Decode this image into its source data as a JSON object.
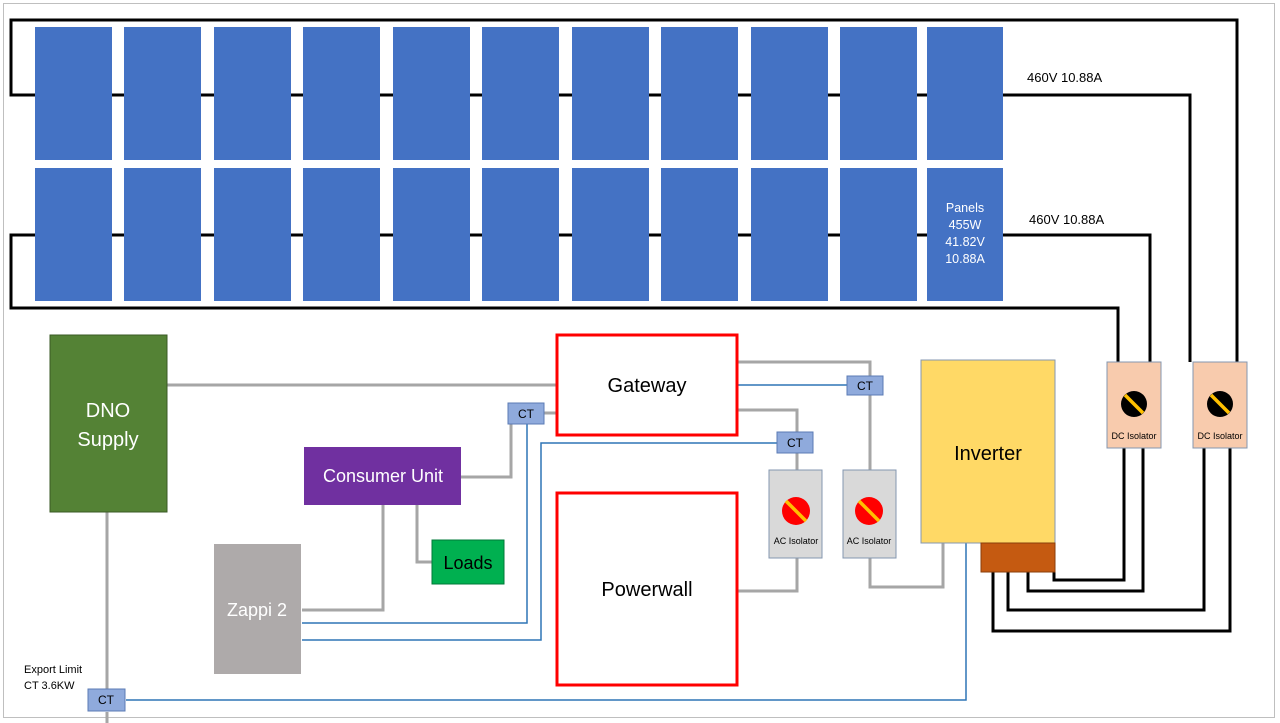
{
  "string_labels": {
    "top": "460V 10.88A",
    "bottom": "460V 10.88A"
  },
  "panel_spec": [
    "Panels",
    "455W",
    "41.82V",
    "10.88A"
  ],
  "dno": [
    "DNO",
    "Supply"
  ],
  "gateway": "Gateway",
  "powerwall": "Powerwall",
  "inverter": "Inverter",
  "consumer_unit": "Consumer Unit",
  "loads": "Loads",
  "zappi": "Zappi 2",
  "ct": "CT",
  "ac_isolator": "AC Isolator",
  "dc_isolator": "DC Isolator",
  "export_limit": [
    "Export Limit",
    "CT 3.6KW"
  ],
  "colors": {
    "panel": "#4472c4",
    "dno": "#548235",
    "consumer_unit": "#7030a0",
    "loads": "#00b050",
    "zappi": "#aeaaaa",
    "inverter": "#ffd966",
    "inverter_base": "#c55a11",
    "dc_isolator": "#f8cbad",
    "ac_isolator": "#d9d9d9",
    "ct": "#8faadc",
    "gateway_border": "#ff0000",
    "ac_wire": "#a6a6a6",
    "comm_wire": "#2e75b6",
    "dc_wire": "#000000"
  }
}
